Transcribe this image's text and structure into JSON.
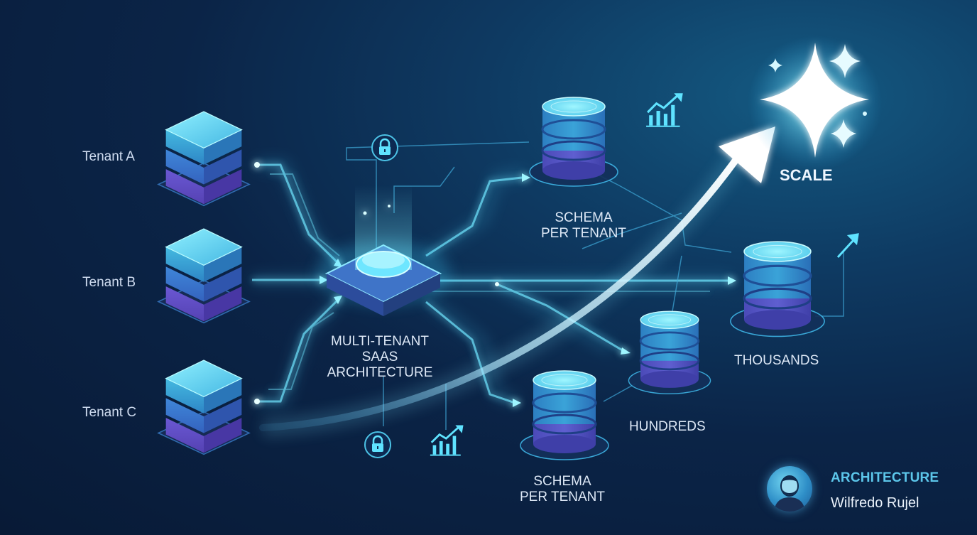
{
  "diagram": {
    "tenants": [
      "Tenant A",
      "Tenant B",
      "Tenant C"
    ],
    "hub_label": [
      "MULTI-TENANT",
      "SAAS",
      "ARCHITECTURE"
    ],
    "schema_top": [
      "SCHEMA",
      "PER TENANT"
    ],
    "schema_bottom": [
      "SCHEMA",
      "PER TENANT"
    ],
    "hundreds": "HUNDREDS",
    "thousands": "THOUSANDS",
    "scale": "SCALE"
  },
  "author": {
    "tag": "ARCHITECTURE",
    "name": "Wilfredo Rujel",
    "avatar_icon": "person-avatar-icon"
  },
  "colors": {
    "glow": "#5fe3ff",
    "cyan": "#4cc3e6",
    "blue": "#3a6fd0",
    "purple": "#6a55c9",
    "bg_dark": "#081a36"
  },
  "icons": [
    "lock-icon",
    "growth-chart-icon",
    "sparkle-icon",
    "arrow-up-icon"
  ]
}
